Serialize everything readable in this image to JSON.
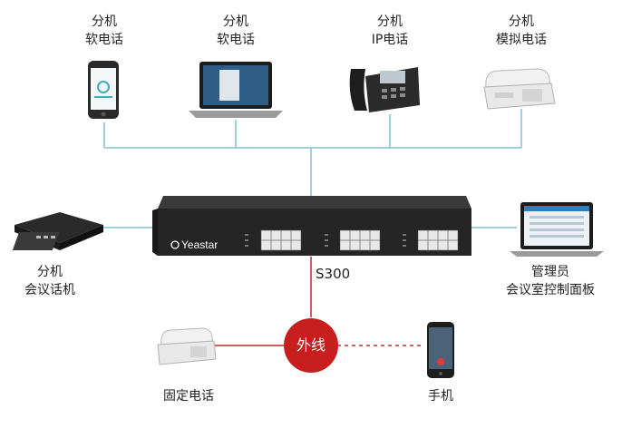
{
  "colors": {
    "link_line": "#7fc4cc",
    "trunk_line": "#c62828",
    "trunk_circle": "#c91e1e",
    "pbx_body": "#2b2b2b",
    "port_color": "#e8e8e8"
  },
  "nodes": {
    "softphone_mobile": {
      "line1": "分机",
      "line2": "软电话",
      "icon": "smartphone-icon"
    },
    "softphone_laptop": {
      "line1": "分机",
      "line2": "软电话",
      "icon": "laptop-icon"
    },
    "ip_phone": {
      "line1": "分机",
      "line2": "IP电话",
      "icon": "ip-desk-phone-icon"
    },
    "analog_phone": {
      "line1": "分机",
      "line2": "模拟电话",
      "icon": "analog-phone-icon"
    },
    "conference_phone": {
      "line1": "分机",
      "line2": "会议话机",
      "icon": "conference-phone-icon"
    },
    "admin_panel": {
      "line1": "管理员",
      "line2": "会议室控制面板",
      "icon": "laptop-icon"
    },
    "landline": {
      "label": "固定电话",
      "icon": "landline-phone-icon"
    },
    "mobile": {
      "label": "手机",
      "icon": "smartphone-icon"
    }
  },
  "pbx": {
    "brand": "Yeastar",
    "model_label": "S300"
  },
  "trunk": {
    "label": "外线"
  }
}
